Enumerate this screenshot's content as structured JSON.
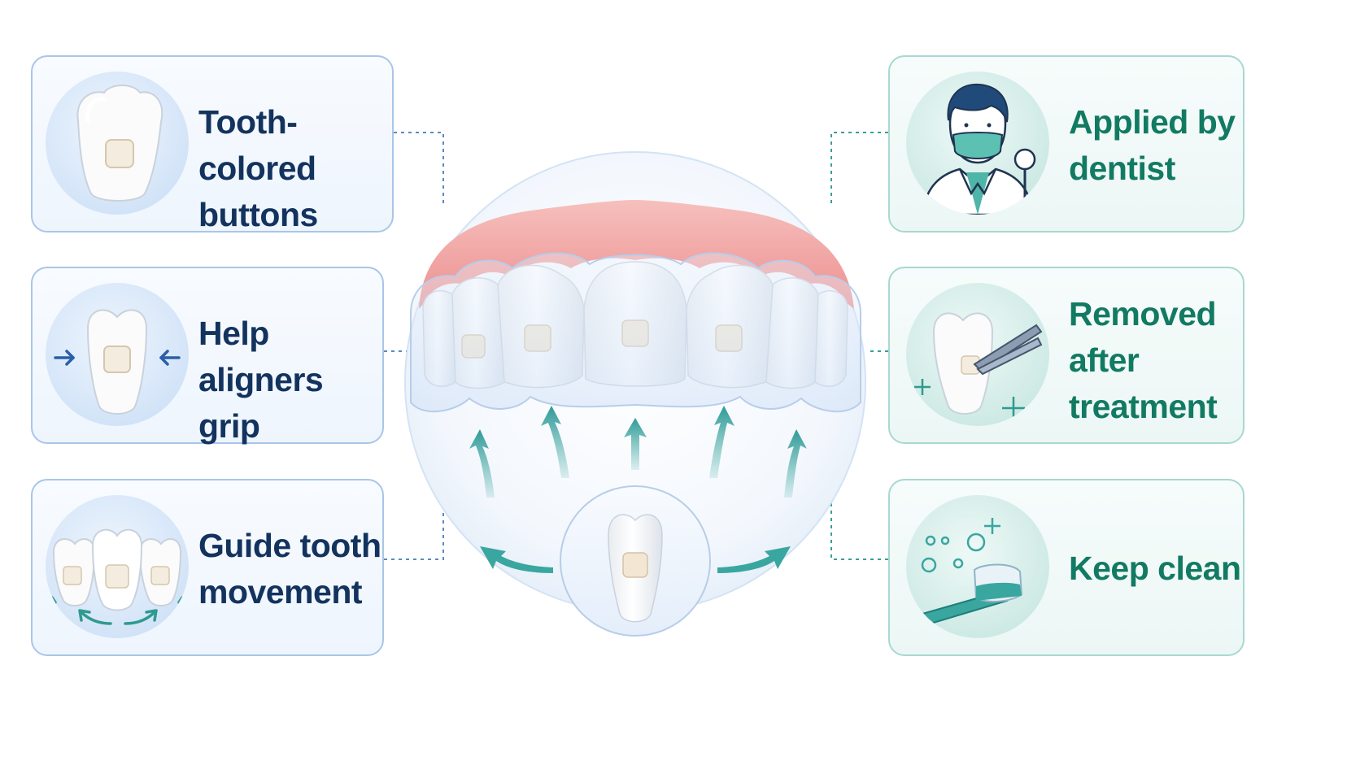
{
  "cards": {
    "buttons": {
      "line1": "Tooth-colored",
      "line2": "buttons"
    },
    "grip": {
      "line1": "Help aligners",
      "line2": "grip"
    },
    "movement": {
      "line1": "Guide tooth",
      "line2": "movement"
    },
    "dentist": {
      "line1": "Applied by",
      "line2": "dentist"
    },
    "removed": {
      "line1": "Removed",
      "line2": "after",
      "line3": "treatment"
    },
    "clean": {
      "line1": "Keep clean"
    }
  },
  "icons": {
    "buttons": "tooth-with-button-icon",
    "grip": "tooth-grip-arrows-icon",
    "movement": "teeth-movement-icon",
    "dentist": "dentist-icon",
    "removed": "tooth-tweezers-icon",
    "clean": "toothbrush-icon"
  },
  "colors": {
    "navy": "#13335e",
    "green": "#127a62",
    "blue_border": "#a9c6e8",
    "teal_border": "#a8d8d0",
    "arrow_teal": "#3aa6a0",
    "gum_pink": "#f0a3a3"
  }
}
